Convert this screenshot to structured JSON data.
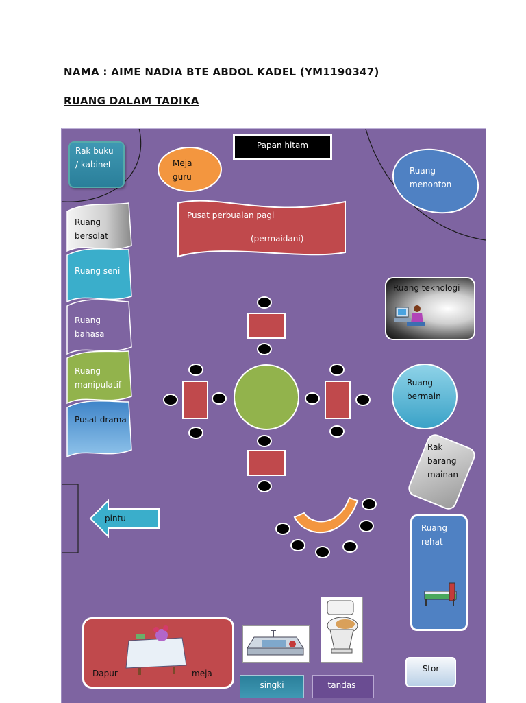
{
  "header": {
    "name": "NAMA : AIME NADIA BTE ABDOL KADEL (YM1190347)",
    "title": "RUANG DALAM TADIKA"
  },
  "plan": {
    "background": "#7e64a1",
    "areas": {
      "rak_buku": "Rak buku / kabinet",
      "papan_hitam": "Papan hitam",
      "meja_guru": "Meja guru",
      "pusat_perbualan_line1": "Pusat perbualan pagi",
      "pusat_perbualan_line2": "(permaidani)",
      "ruang_menonton": "Ruang menonton",
      "ruang_bersolat": "Ruang bersolat",
      "ruang_seni": "Ruang seni",
      "ruang_bahasa": "Ruang bahasa",
      "ruang_manipulatif": "Ruang manipulatif",
      "pusat_drama": "Pusat drama",
      "ruang_teknologi": "Ruang teknologi",
      "ruang_bermain": "Ruang bermain",
      "rak_barang_mainan": "Rak barang mainan",
      "pintu": "pintu",
      "ruang_rehat": "Ruang rehat",
      "dapur": "Dapur",
      "meja": "meja",
      "singki": "singki",
      "tandas": "tandas",
      "stor": "Stor"
    },
    "icons": [
      "computer-user-icon",
      "bed-icon",
      "toilet-icon",
      "sink-icon",
      "dining-table-icon"
    ]
  }
}
